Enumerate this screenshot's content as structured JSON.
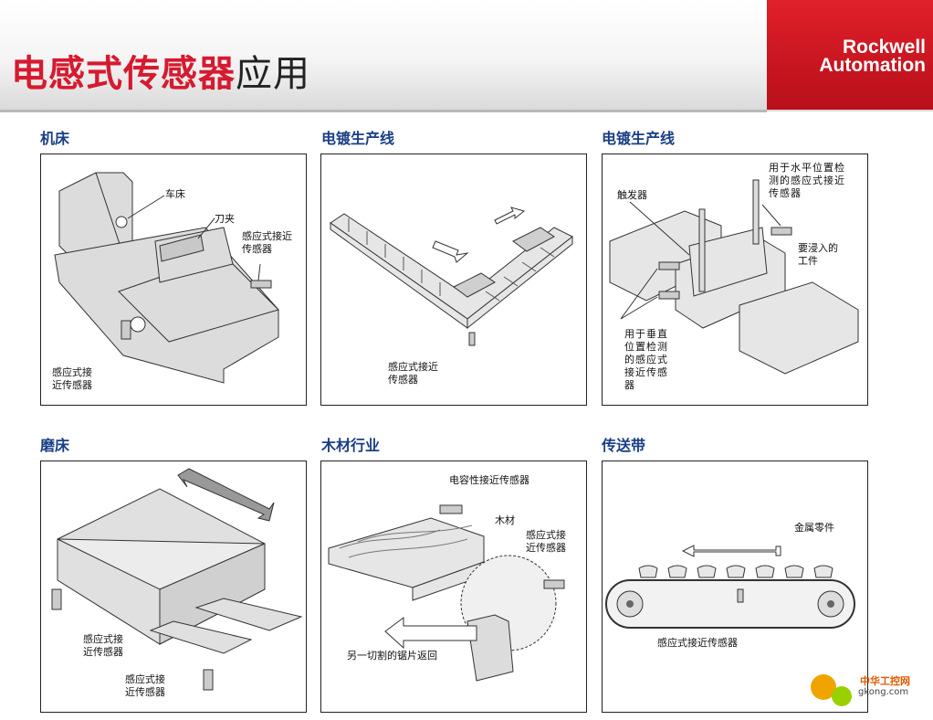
{
  "header": {
    "title_main": "电感式传感器",
    "title_suffix": "应用",
    "logo_line1": "Rockwell",
    "logo_line2": "Automation"
  },
  "panels": [
    {
      "title": "机床",
      "labels": {
        "lathe": "车床",
        "tool_holder": "刀夹",
        "sensor_right": "感应式接近\n传感器",
        "sensor_bottom": "感应式接\n近传感器"
      }
    },
    {
      "title": "电镀生产线",
      "labels": {
        "sensor": "感应式接近\n传感器"
      }
    },
    {
      "title": "电镀生产线",
      "labels": {
        "horizontal": "用于水平位置检\n测的感应式接近\n传感器",
        "trigger": "触发器",
        "workpiece": "要浸入的\n工件",
        "vertical": "用于垂直\n位置检测\n的感应式\n接近传感\n器"
      }
    },
    {
      "title": "磨床",
      "labels": {
        "sensor1": "感应式接\n近传感器",
        "sensor2": "感应式接\n近传感器"
      }
    },
    {
      "title": "木材行业",
      "labels": {
        "capacitive": "电容性接近传感器",
        "wood": "木材",
        "sensor": "感应式接\n近传感器",
        "saw": "另一切割的锯片返回"
      }
    },
    {
      "title": "传送带",
      "labels": {
        "metal_parts": "金属零件",
        "sensor": "感应式接近传感器"
      }
    }
  ],
  "watermark": {
    "line1": "中华工控网",
    "line2": "gkong.com"
  }
}
